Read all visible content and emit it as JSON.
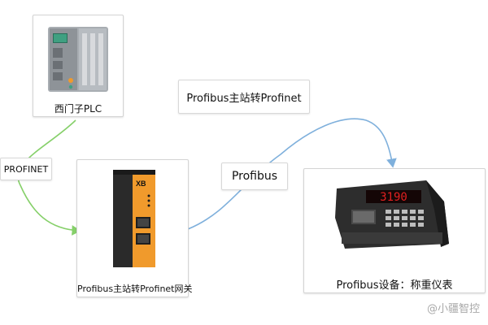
{
  "nodes": {
    "plc": {
      "caption": "西门子PLC"
    },
    "gateway": {
      "caption": "Profibus主站转Profinet网关",
      "brand": "XB"
    },
    "scale": {
      "caption": "Profibus设备：称重仪表",
      "display": "3190"
    }
  },
  "edges": {
    "profinet": {
      "label": "PROFINET",
      "color": "#86d06a"
    },
    "profibus": {
      "label": "Profibus",
      "color": "#7fb0dc"
    }
  },
  "title": {
    "text": "Profibus主站转Profinet"
  },
  "watermark": {
    "text": "@小疆智控"
  },
  "colors": {
    "accent_orange": "#f09a2c",
    "device_dark": "#2a2a2a",
    "display_red": "#e02020"
  }
}
